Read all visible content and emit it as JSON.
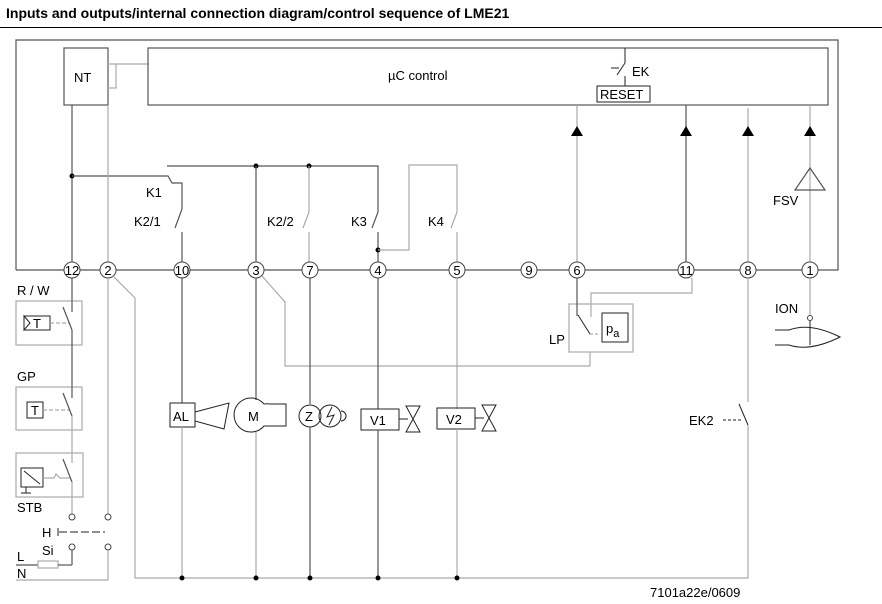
{
  "title": "Inputs and outputs/internal connection diagram/control sequence of LME21",
  "footer_code": "7101a22e/0609",
  "blocks": {
    "nt": "NT",
    "controller": "µC control",
    "ek": "EK",
    "reset": "RESET"
  },
  "relays": {
    "k1": "K1",
    "k2_1": "K2/1",
    "k2_2": "K2/2",
    "k3": "K3",
    "k4": "K4"
  },
  "terminals": [
    "12",
    "2",
    "10",
    "3",
    "7",
    "4",
    "5",
    "9",
    "6",
    "11",
    "8",
    "1"
  ],
  "components": {
    "rw": "R / W",
    "rw_t": "T",
    "gp": "GP",
    "gp_t": "T",
    "stb": "STB",
    "h": "H",
    "si": "Si",
    "l": "L",
    "n": "N",
    "al": "AL",
    "m": "M",
    "z": "Z",
    "v1": "V1",
    "v2": "V2",
    "lp": "LP",
    "pa": "p",
    "pa_sub": "a",
    "ek2": "EK2",
    "fsv": "FSV",
    "ion": "ION"
  }
}
